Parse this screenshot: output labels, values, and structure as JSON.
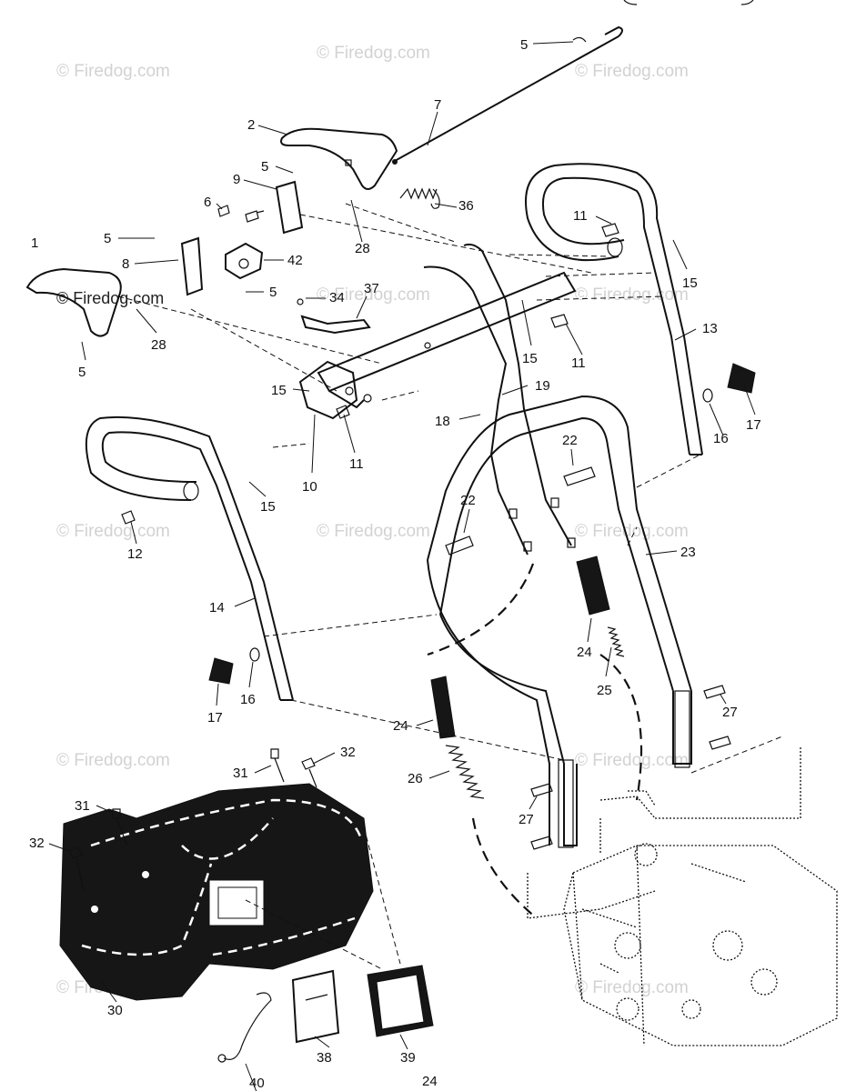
{
  "watermark": "© Firedog.com",
  "part_labels": {
    "p1": "1",
    "p2": "2",
    "p5a": "5",
    "p5b": "5",
    "p5c": "5",
    "p5d": "5",
    "p5e": "5",
    "p6": "6",
    "p7": "7",
    "p8": "8",
    "p9": "9",
    "p10": "10",
    "p11a": "11",
    "p11b": "11",
    "p11c": "11",
    "p12": "12",
    "p13": "13",
    "p14": "14",
    "p15a": "15",
    "p15b": "15",
    "p15c": "15",
    "p15d": "15",
    "p16a": "16",
    "p16b": "16",
    "p17a": "17",
    "p17b": "17",
    "p18": "18",
    "p19": "19",
    "p22a": "22",
    "p22b": "22",
    "p23": "23",
    "p24a": "24",
    "p24b": "24",
    "p24c": "24",
    "p25": "25",
    "p26": "26",
    "p27a": "27",
    "p27b": "27",
    "p28a": "28",
    "p28b": "28",
    "p30": "30",
    "p31a": "31",
    "p31b": "31",
    "p32a": "32",
    "p32b": "32",
    "p34": "34",
    "p36": "36",
    "p37": "37",
    "p38": "38",
    "p39": "39",
    "p40": "40",
    "p42": "42"
  }
}
